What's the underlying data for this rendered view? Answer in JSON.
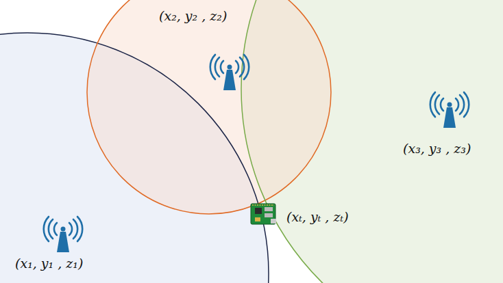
{
  "diagram": {
    "labels": [
      "(x₂, y₂ , z₂)",
      "(x₃, y₃ , z₃)",
      "(xₜ, yₜ , zₜ)",
      "(x₁, y₁ , z₁)"
    ]
  }
}
